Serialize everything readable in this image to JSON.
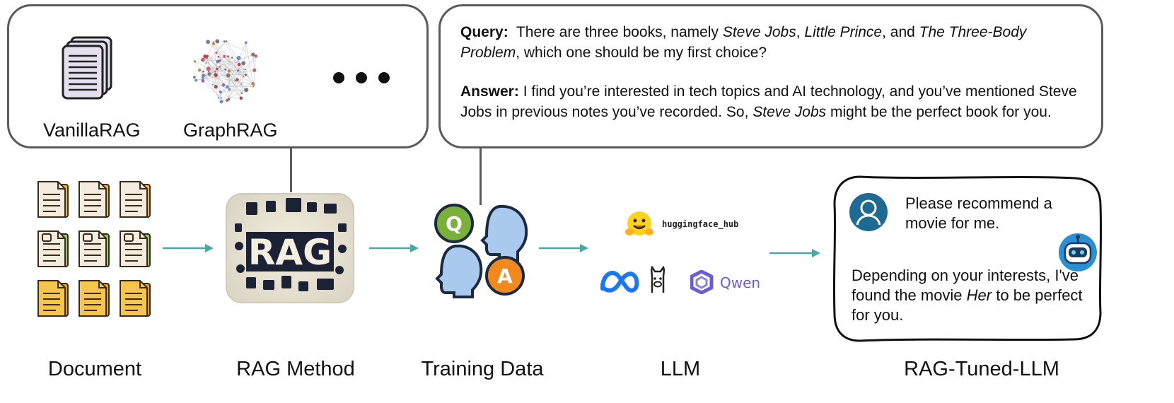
{
  "methods": {
    "vanilla_label": "VanillaRAG",
    "graph_label": "GraphRAG"
  },
  "qa": {
    "query_label": "Query:",
    "query_text_1": "There are three books, namely ",
    "book_1": "Steve Jobs",
    "sep_1": ", ",
    "book_2": "Little Prince",
    "sep_2": ", and ",
    "book_3": "The Three-Body Problem",
    "query_text_2": ", which one should be my first choice?",
    "answer_label": "Answer:",
    "answer_text_1": " I find you’re interested in tech topics and AI technology, and you’ve mentioned Steve Jobs in previous notes you’ve recorded. So, ",
    "answer_book": "Steve Jobs",
    "answer_text_2": " might be the perfect book for you."
  },
  "rag_box": {
    "text": "RAG"
  },
  "training": {
    "q_letter": "Q",
    "a_letter": "A"
  },
  "llm": {
    "hf_text": "huggingface_hub",
    "qwen_text": "Qwen"
  },
  "chat": {
    "user_msg": "Please recommend a movie for me.",
    "bot_msg_1": "Depending on your interests, I've found the movie ",
    "bot_movie": "Her",
    "bot_msg_2": " to be perfect for you."
  },
  "stages": {
    "document": "Document",
    "rag_method": "RAG Method",
    "training_data": "Training Data",
    "llm": "LLM",
    "rag_tuned": "RAG-Tuned-LLM"
  },
  "colors": {
    "arrow": "#4aa8a2",
    "border": "#5b5b5b",
    "doc_orange": "#f4b43a",
    "q_green": "#7bb13a",
    "a_orange": "#f08a1f",
    "head_blue": "#a9c9ee",
    "meta_blue": "#1778f2",
    "qwen_purple": "#6a5cd8"
  }
}
